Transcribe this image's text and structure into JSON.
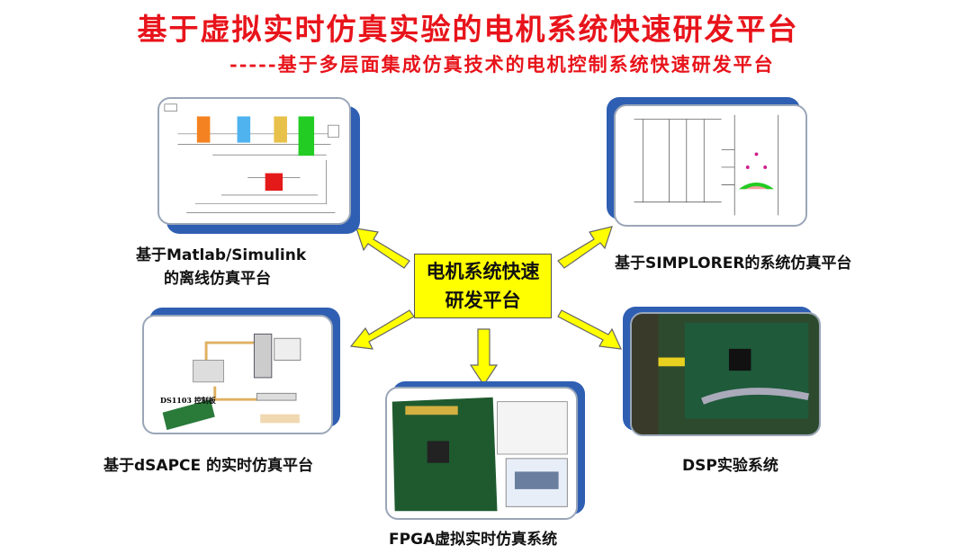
{
  "title": "基于虚拟实时仿真实验的电机系统快速研发平台",
  "subtitle": "-----基于多层面集成仿真技术的电机控制系统快速研发平台",
  "center": {
    "line1": "电机系统快速",
    "line2": "研发平台"
  },
  "nodes": {
    "matlab": {
      "line1": "基于Matlab/Simulink",
      "line2": "的离线仿真平台"
    },
    "simplorer": {
      "label": "基于SIMPLORER的系统仿真平台"
    },
    "dspace": {
      "label": "基于dSAPCE 的实时仿真平台",
      "image_caption": "DS1103 控制板"
    },
    "dsp": {
      "label": "DSP实验系统"
    },
    "fpga": {
      "label": "FPGA虚拟实时仿真系统"
    }
  },
  "colors": {
    "title": "#e8141b",
    "center_fill": "#ffff00",
    "arrow": "#ffff00",
    "frame": "#2f5fb3"
  }
}
